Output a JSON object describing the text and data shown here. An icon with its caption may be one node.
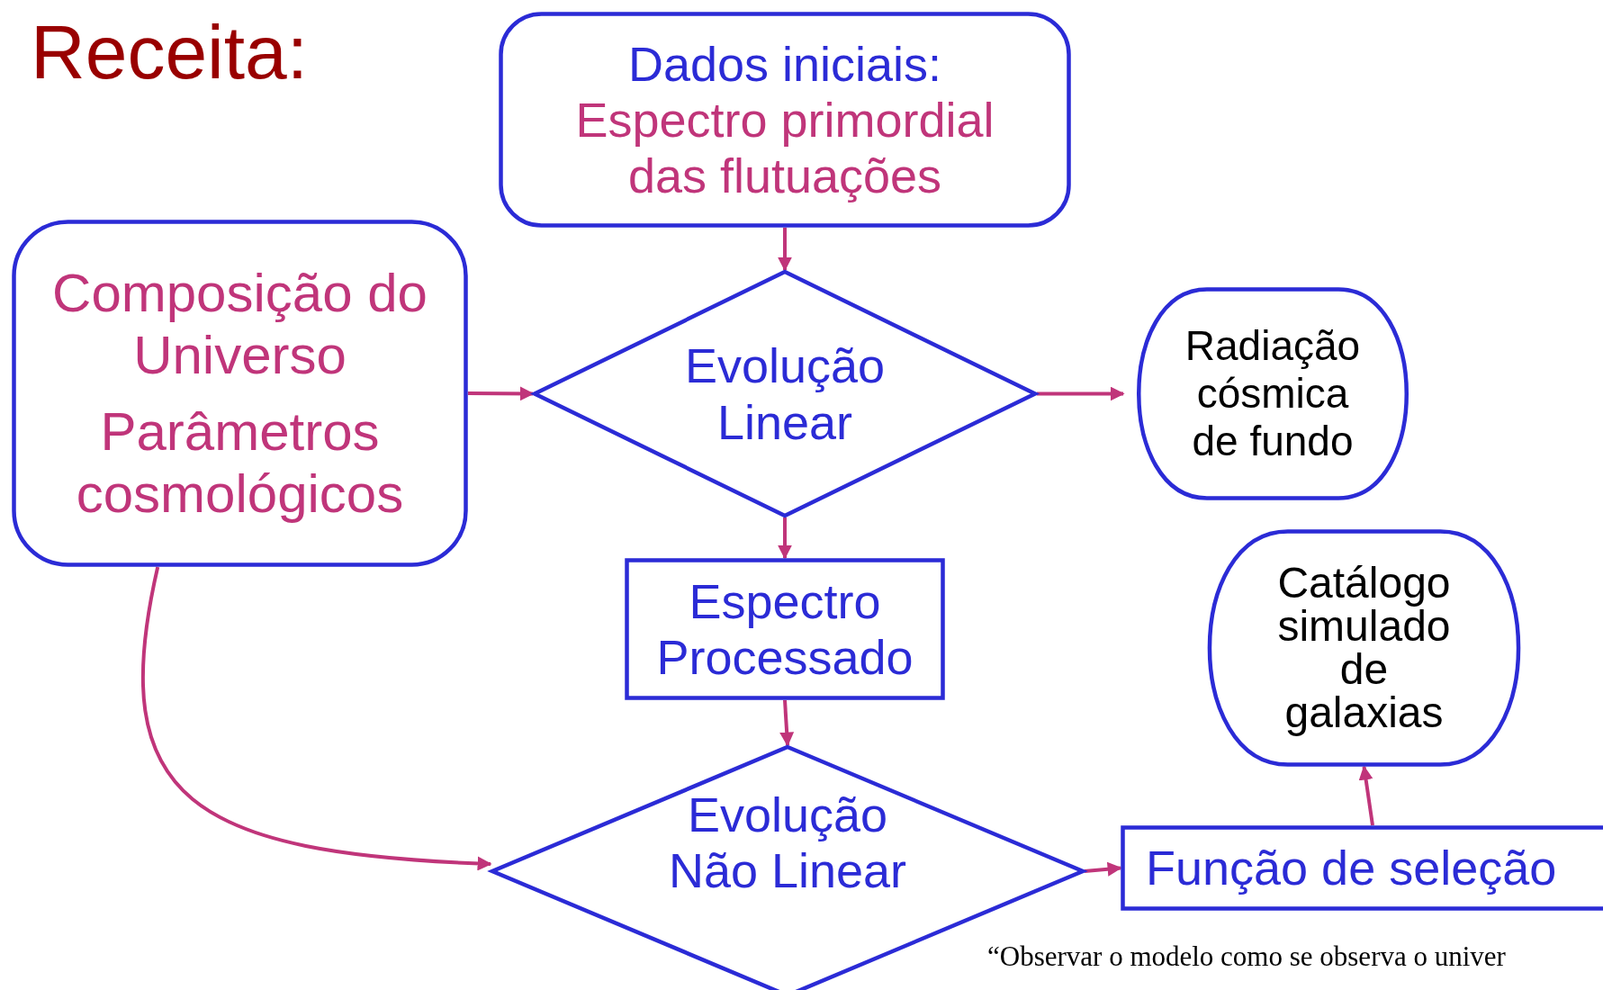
{
  "diagram": {
    "title": "Receita:",
    "nodes": [
      {
        "text": [
          "Dados iniciais:",
          "Espectro primordial das flutuações"
        ]
      },
      {
        "text": [
          "Composição do Universo",
          "Parâmetros cosmológicos"
        ]
      },
      {
        "text": [
          "Evolução Linear"
        ]
      },
      {
        "text": [
          "Radiação cósmica de fundo"
        ]
      },
      {
        "text": [
          "Espectro Processado"
        ]
      },
      {
        "text": [
          "Catálogo simulado de galaxias"
        ]
      },
      {
        "text": [
          "Evolução Não Linear"
        ]
      },
      {
        "text": [
          "Função de seleção"
        ]
      }
    ],
    "edges": [
      {
        "from": 0,
        "to": 2,
        "arrow": "to"
      },
      {
        "from": 1,
        "to": 2,
        "arrow": "to"
      },
      {
        "from": 2,
        "to": 3,
        "arrow": "to"
      },
      {
        "from": 2,
        "to": 4,
        "arrow": "to"
      },
      {
        "from": 4,
        "to": 6,
        "arrow": "to"
      },
      {
        "from": 1,
        "to": 6,
        "arrow": "to"
      },
      {
        "from": 6,
        "to": 7,
        "arrow": "to"
      },
      {
        "from": 7,
        "to": 5,
        "arrow": "to"
      }
    ],
    "labels": [
      "“Observar o modelo como se observa o univer"
    ]
  }
}
